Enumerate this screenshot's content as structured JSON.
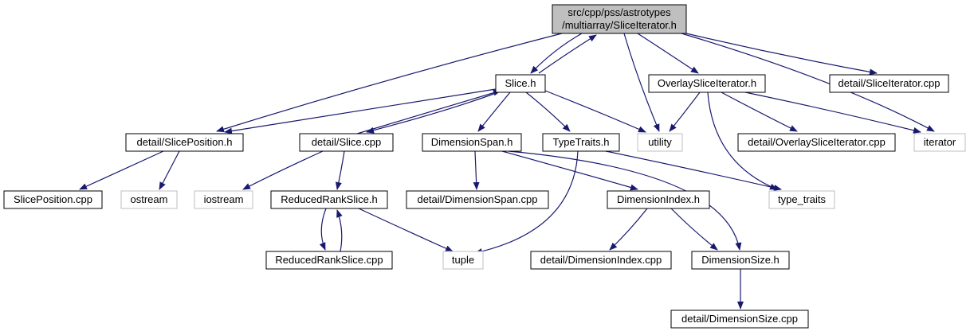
{
  "colors": {
    "edge": "#191970",
    "node_fill": "#ffffff",
    "node_border": "#000000",
    "root_fill": "#bfbfbf",
    "external_border": "#bfbfbf",
    "external_text": "#000000"
  },
  "nodes": [
    {
      "id": "root",
      "lines": [
        "src/cpp/pss/astrotypes",
        "/multiarray/SliceIterator.h"
      ],
      "kind": "root"
    },
    {
      "id": "slice_h",
      "lines": [
        "Slice.h"
      ],
      "kind": "file"
    },
    {
      "id": "overlay_iter_h",
      "lines": [
        "OverlaySliceIterator.h"
      ],
      "kind": "file"
    },
    {
      "id": "detail_slice_iter_cpp",
      "lines": [
        "detail/SliceIterator.cpp"
      ],
      "kind": "file"
    },
    {
      "id": "detail_slice_position_h",
      "lines": [
        "detail/SlicePosition.h"
      ],
      "kind": "file"
    },
    {
      "id": "detail_slice_cpp",
      "lines": [
        "detail/Slice.cpp"
      ],
      "kind": "file"
    },
    {
      "id": "dimension_span_h",
      "lines": [
        "DimensionSpan.h"
      ],
      "kind": "file"
    },
    {
      "id": "type_traits_h",
      "lines": [
        "TypeTraits.h"
      ],
      "kind": "file"
    },
    {
      "id": "utility",
      "lines": [
        "utility"
      ],
      "kind": "external"
    },
    {
      "id": "detail_overlay_cpp",
      "lines": [
        "detail/OverlaySliceIterator.cpp"
      ],
      "kind": "file"
    },
    {
      "id": "iterator",
      "lines": [
        "iterator"
      ],
      "kind": "external"
    },
    {
      "id": "slice_position_cpp",
      "lines": [
        "SlicePosition.cpp"
      ],
      "kind": "file"
    },
    {
      "id": "ostream",
      "lines": [
        "ostream"
      ],
      "kind": "external"
    },
    {
      "id": "iostream",
      "lines": [
        "iostream"
      ],
      "kind": "external"
    },
    {
      "id": "reduced_rank_h",
      "lines": [
        "ReducedRankSlice.h"
      ],
      "kind": "file"
    },
    {
      "id": "detail_dimension_span_cpp",
      "lines": [
        "detail/DimensionSpan.cpp"
      ],
      "kind": "file"
    },
    {
      "id": "dimension_index_h",
      "lines": [
        "DimensionIndex.h"
      ],
      "kind": "file"
    },
    {
      "id": "type_traits",
      "lines": [
        "type_traits"
      ],
      "kind": "external"
    },
    {
      "id": "reduced_rank_cpp",
      "lines": [
        "ReducedRankSlice.cpp"
      ],
      "kind": "file"
    },
    {
      "id": "tuple",
      "lines": [
        "tuple"
      ],
      "kind": "external"
    },
    {
      "id": "detail_dimension_index_cpp",
      "lines": [
        "detail/DimensionIndex.cpp"
      ],
      "kind": "file"
    },
    {
      "id": "dimension_size_h",
      "lines": [
        "DimensionSize.h"
      ],
      "kind": "file"
    },
    {
      "id": "detail_dimension_size_cpp",
      "lines": [
        "detail/DimensionSize.cpp"
      ],
      "kind": "file"
    }
  ],
  "edges": [
    {
      "from": "root",
      "to": "slice_h"
    },
    {
      "from": "slice_h",
      "to": "root"
    },
    {
      "from": "root",
      "to": "utility"
    },
    {
      "from": "root",
      "to": "overlay_iter_h"
    },
    {
      "from": "root",
      "to": "iterator"
    },
    {
      "from": "root",
      "to": "detail_slice_iter_cpp"
    },
    {
      "from": "root",
      "to": "detail_slice_position_h"
    },
    {
      "from": "slice_h",
      "to": "detail_slice_position_h"
    },
    {
      "from": "slice_h",
      "to": "detail_slice_cpp"
    },
    {
      "from": "detail_slice_cpp",
      "to": "slice_h"
    },
    {
      "from": "slice_h",
      "to": "dimension_span_h"
    },
    {
      "from": "slice_h",
      "to": "type_traits_h"
    },
    {
      "from": "slice_h",
      "to": "utility"
    },
    {
      "from": "overlay_iter_h",
      "to": "utility"
    },
    {
      "from": "overlay_iter_h",
      "to": "detail_overlay_cpp"
    },
    {
      "from": "overlay_iter_h",
      "to": "iterator"
    },
    {
      "from": "overlay_iter_h",
      "to": "type_traits"
    },
    {
      "from": "detail_slice_position_h",
      "to": "slice_position_cpp"
    },
    {
      "from": "detail_slice_position_h",
      "to": "ostream"
    },
    {
      "from": "detail_slice_cpp",
      "to": "iostream"
    },
    {
      "from": "detail_slice_cpp",
      "to": "reduced_rank_h"
    },
    {
      "from": "dimension_span_h",
      "to": "detail_dimension_span_cpp"
    },
    {
      "from": "dimension_span_h",
      "to": "dimension_index_h"
    },
    {
      "from": "dimension_span_h",
      "to": "dimension_size_h"
    },
    {
      "from": "type_traits_h",
      "to": "type_traits"
    },
    {
      "from": "type_traits_h",
      "to": "tuple"
    },
    {
      "from": "reduced_rank_h",
      "to": "reduced_rank_cpp"
    },
    {
      "from": "reduced_rank_cpp",
      "to": "reduced_rank_h"
    },
    {
      "from": "reduced_rank_h",
      "to": "tuple"
    },
    {
      "from": "dimension_index_h",
      "to": "detail_dimension_index_cpp"
    },
    {
      "from": "dimension_index_h",
      "to": "dimension_size_h"
    },
    {
      "from": "dimension_size_h",
      "to": "detail_dimension_size_cpp"
    }
  ]
}
